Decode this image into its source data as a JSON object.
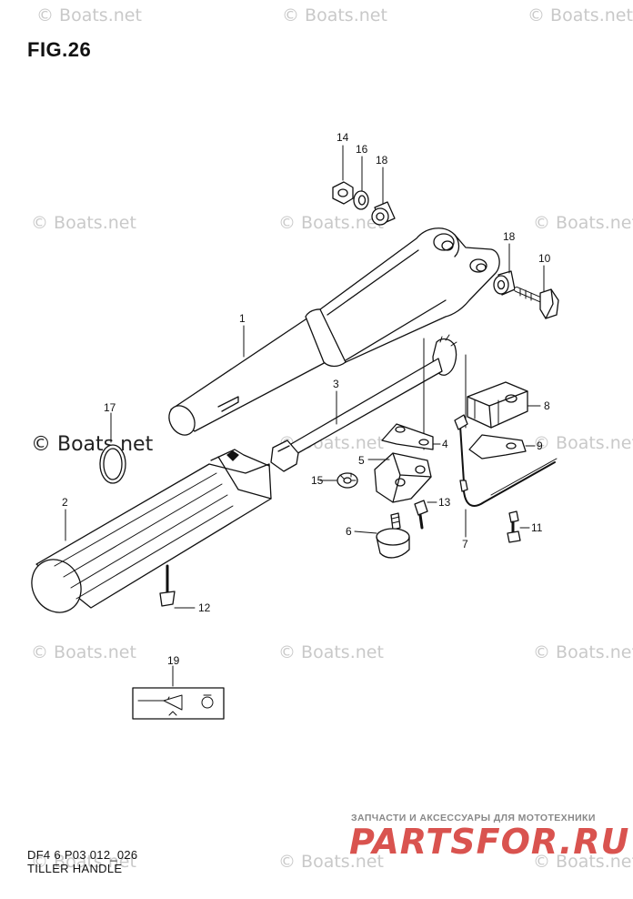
{
  "figure": {
    "title": "FIG.26"
  },
  "watermark": {
    "text": "© Boats.net",
    "emphasized_text": "© Boats.net"
  },
  "footer": {
    "code": "DF4 6 P03 012_026",
    "caption": "TILLER HANDLE"
  },
  "branding": {
    "tagline": "ЗАПЧАСТИ И АКСЕССУАРЫ ДЛЯ МОТОТЕХНИКИ",
    "logo": "PARTSFOR.RU"
  },
  "parts": [
    "1",
    "2",
    "3",
    "4",
    "5",
    "6",
    "7",
    "8",
    "9",
    "10",
    "11",
    "12",
    "13",
    "14",
    "15",
    "16",
    "17",
    "18",
    "18",
    "19"
  ],
  "colors": {
    "line": "#111111",
    "watermark": "#c9c9c9",
    "logo": "#d9534f"
  }
}
